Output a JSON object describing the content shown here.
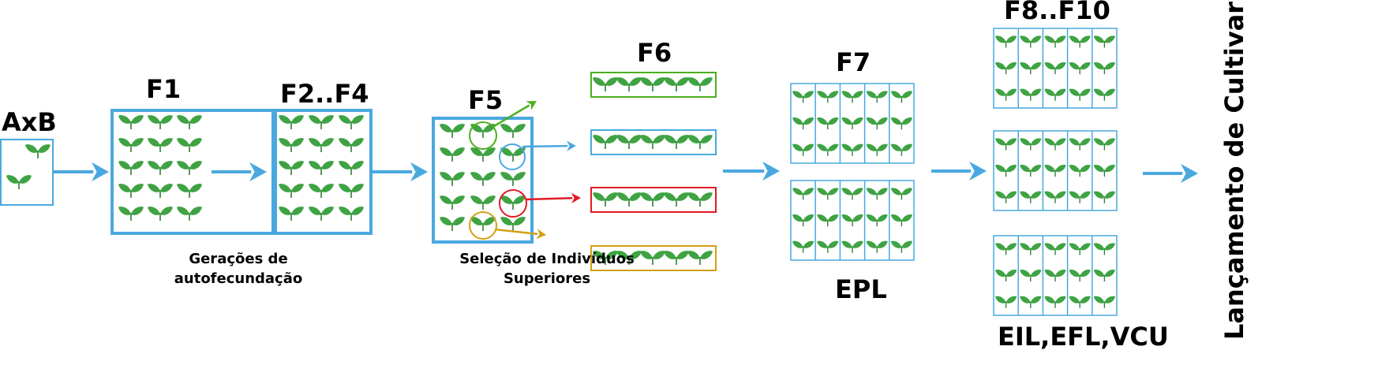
{
  "colors": {
    "leaf": "#3fa343",
    "stem": "#2e7d32",
    "box": "#4aa8e0",
    "arrow": "#4aa8e0",
    "select_green": "#4caf1c",
    "select_blue": "#4aa8e0",
    "select_red": "#e01b24",
    "select_gold": "#d4a017"
  },
  "stages": {
    "axb": "AxB",
    "f1": "F1",
    "f2f4": "F2..F4",
    "f5": "F5",
    "f6": "F6",
    "f7": "F7",
    "f8f10": "F8..F10"
  },
  "captions": {
    "selfing_line1": "Gerações de",
    "selfing_line2": "autofecundação",
    "selection_line1": "Seleção de Indivíduos",
    "selection_line2": "Superiores",
    "epl": "EPL",
    "trials": "EIL,EFL,VCU",
    "release": "Lançamento de Cultivar"
  }
}
